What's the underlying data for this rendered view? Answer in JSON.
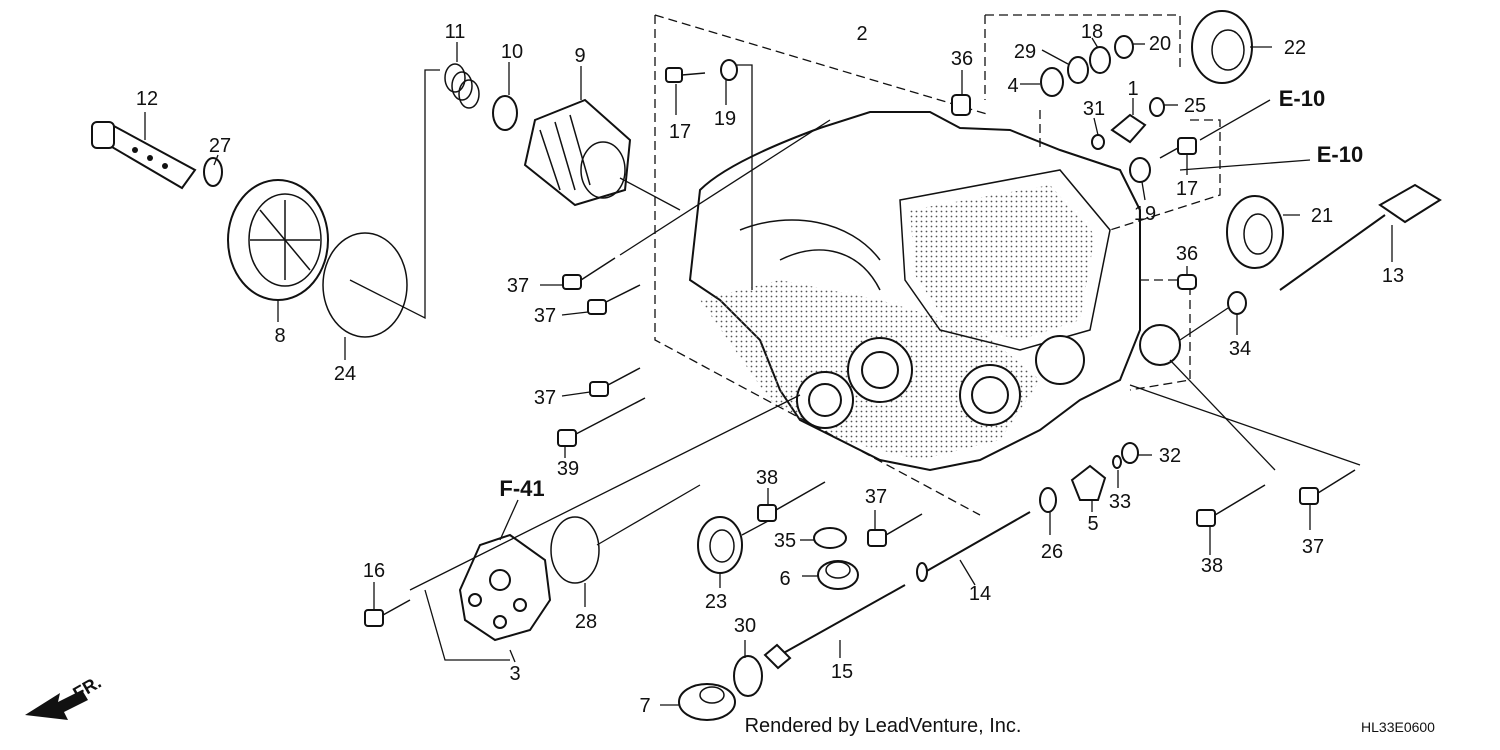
{
  "callouts": [
    "1",
    "2",
    "3",
    "4",
    "5",
    "6",
    "7",
    "8",
    "9",
    "10",
    "11",
    "12",
    "13",
    "14",
    "15",
    "16",
    "17",
    "18",
    "19",
    "20",
    "21",
    "22",
    "23",
    "24",
    "25",
    "26",
    "27",
    "28",
    "29",
    "30",
    "31",
    "32",
    "33",
    "34",
    "35",
    "36",
    "37",
    "38",
    "39"
  ],
  "refs": {
    "e10": "E-10",
    "f41": "F-41",
    "front": "FR."
  },
  "credit": "Rendered by LeadVenture, Inc.",
  "diagram_code": "HL33E0600"
}
